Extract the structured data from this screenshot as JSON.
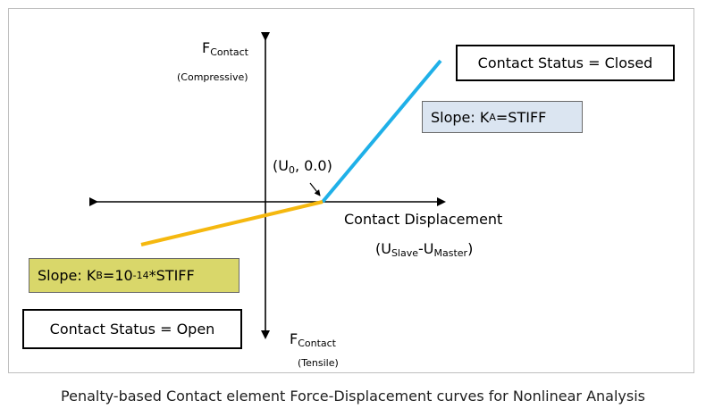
{
  "labels": {
    "y_top_F": "F",
    "y_top_sub": "Contact",
    "y_top_note": "(Compressive)",
    "y_bottom_F": "F",
    "y_bottom_sub": "Contact",
    "y_bottom_note": "(Tensile)",
    "x_axis_title": "Contact Displacement",
    "x_axis_open": "(U",
    "x_axis_slave": "Slave",
    "x_axis_dash": "-U",
    "x_axis_master": "Master",
    "x_axis_close": ")",
    "origin_open": "(U",
    "origin_sub": "0",
    "origin_close": ", 0.0)"
  },
  "boxes": {
    "closed_status": "Contact Status = Closed",
    "open_status": "Contact Status = Open",
    "slope_a_prefix": "Slope: K",
    "slope_a_sub": "A",
    "slope_a_suffix": "=STIFF",
    "slope_b_prefix": "Slope: K",
    "slope_b_sub": "B",
    "slope_b_mid": "=10",
    "slope_b_sup": "-14",
    "slope_b_suffix": "*STIFF"
  },
  "colors": {
    "closed_line": "#1fb0e8",
    "open_line": "#f5b80f",
    "slope_a_fill": "#dbe5f1",
    "slope_b_fill": "#d9d76a"
  },
  "caption": "Penalty-based Contact element Force-Displacement curves for Nonlinear Analysis"
}
